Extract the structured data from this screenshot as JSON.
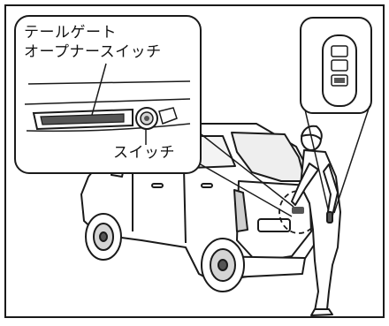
{
  "callout_main": {
    "title_line1": "テールゲート",
    "title_line2": "オープナースイッチ",
    "switch_label": "スイッチ"
  },
  "colors": {
    "line": "#1a1a1a",
    "fill_gray": "#d4d4d4",
    "dark_gray": "#555555",
    "background": "#ffffff"
  }
}
